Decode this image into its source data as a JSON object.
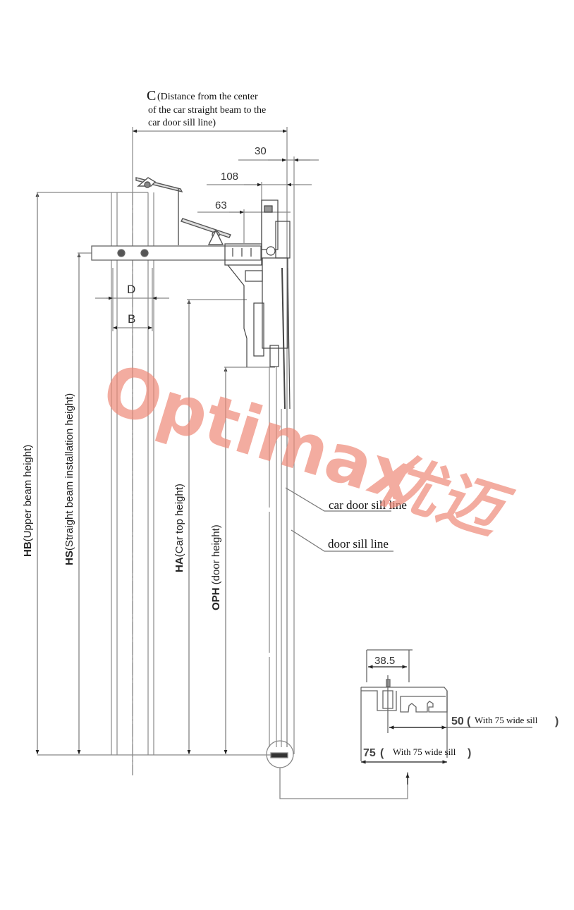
{
  "diagram": {
    "labels": {
      "c_prefix": "C",
      "c_line1": "(Distance from the center",
      "c_line2": "of the car straight beam to the",
      "c_line3": "car door sill line)",
      "dim_30": "30",
      "dim_108": "108",
      "dim_63": "63",
      "dim_d": "D",
      "dim_b": "B",
      "hb_code": "HB",
      "hb_text": "(Upper beam height)",
      "hs_code": "HS",
      "hs_text": "(Straight beam installation height)",
      "ha_code": "HA",
      "ha_text": "(Car top height)",
      "oph_code": "OPH",
      "oph_text": " (door height)",
      "car_door_sill_line": "car door sill line",
      "door_sill_line": "door sill line",
      "dim_38_5": "38.5",
      "dim_50": "50",
      "dim_50_note_open": "(",
      "dim_50_note": "With 75 wide sill",
      "dim_50_note_close": ")",
      "dim_75": "75",
      "dim_75_note_open": "(",
      "dim_75_note": "With 75 wide sill",
      "dim_75_note_close": ")"
    },
    "watermark": {
      "latin": "Optimax",
      "cjk": "优迈",
      "color": "#ee8a78"
    },
    "line_color": "#8a8a8a",
    "dark_line_color": "#333333"
  }
}
